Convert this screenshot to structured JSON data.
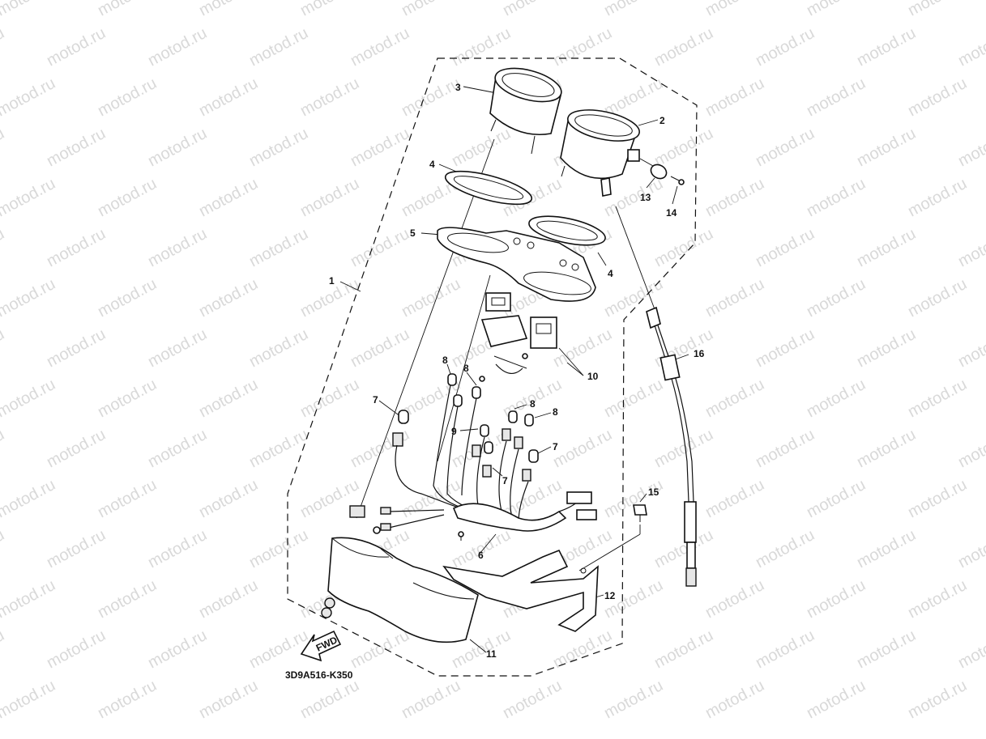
{
  "watermark": "motod.ru",
  "drawing_code": "3D9A516-K350",
  "fwd_label": "FWD",
  "callouts": {
    "c1": "1",
    "c2": "2",
    "c3": "3",
    "c4a": "4",
    "c4b": "4",
    "c5": "5",
    "c6": "6",
    "c7a": "7",
    "c7b": "7",
    "c7c": "7",
    "c8a": "8",
    "c8b": "8",
    "c8c": "8",
    "c8d": "8",
    "c9": "9",
    "c10": "10",
    "c11": "11",
    "c12": "12",
    "c13": "13",
    "c14": "14",
    "c15": "15",
    "c16": "16"
  }
}
